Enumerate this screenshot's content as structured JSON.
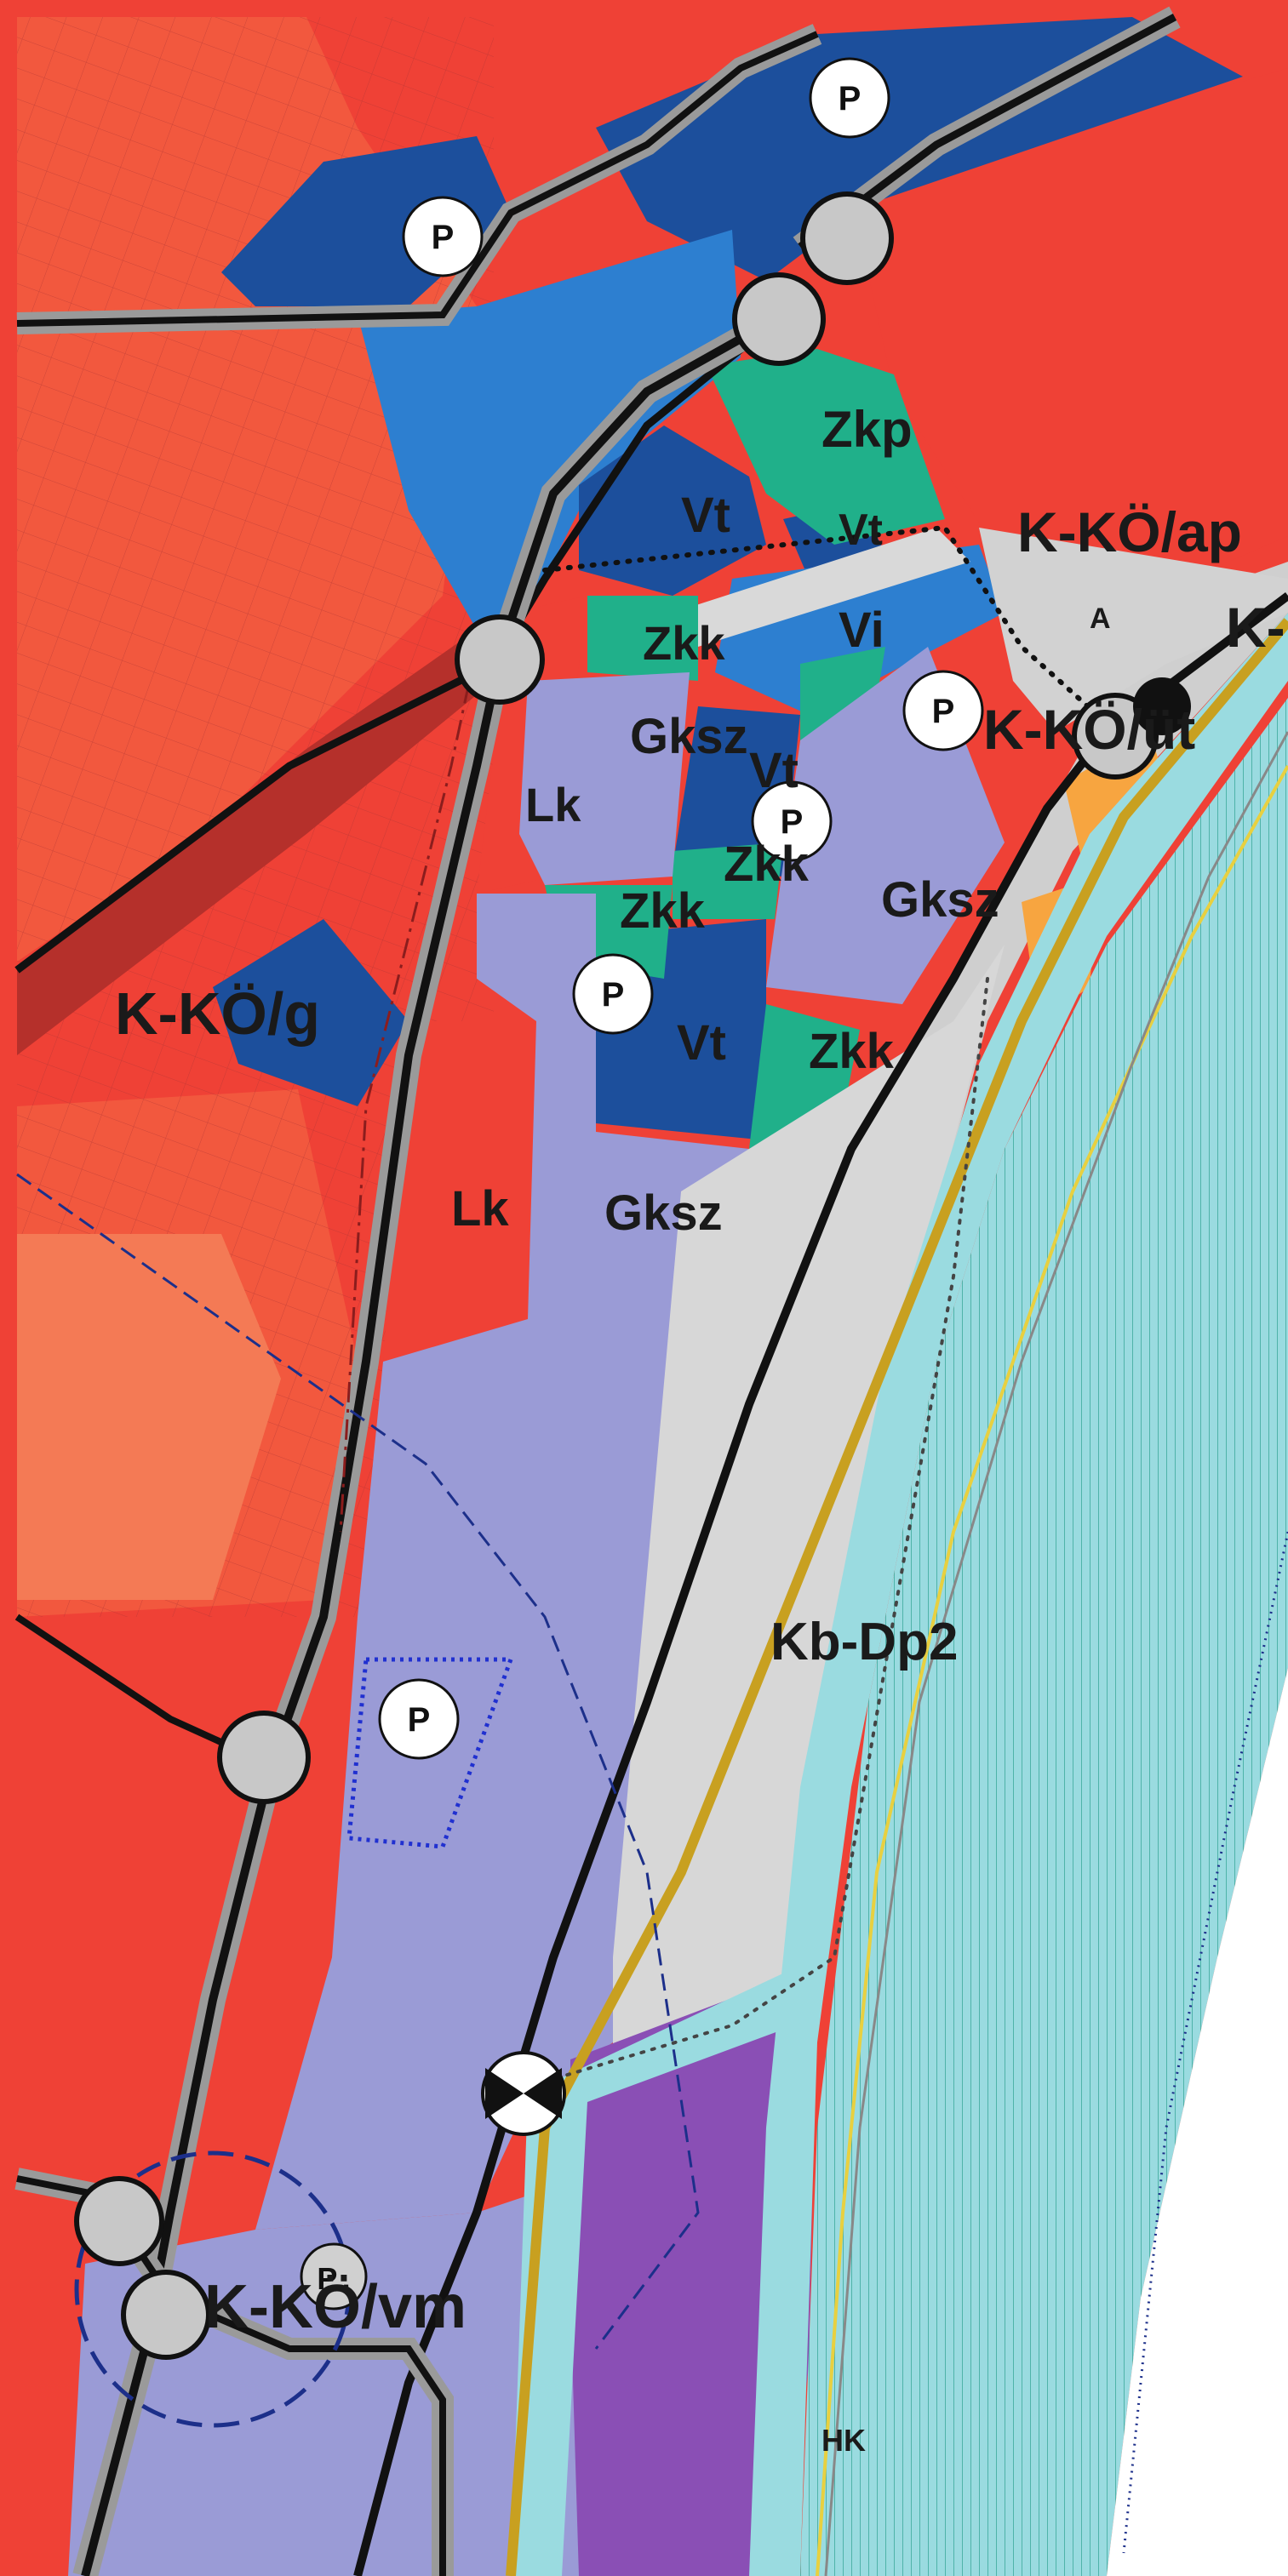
{
  "map": {
    "colors": {
      "residential_red": "#ef4136",
      "residential_orange": "#f2583e",
      "commercial_blue_dark": "#1c4f9c",
      "commercial_blue_light": "#2d7fd0",
      "green_space": "#20b08a",
      "business_purple": "#9a9bd6",
      "special_violet": "#8a4fb5",
      "water_cyan": "#9adbe0",
      "road_grey": "#cfcfcf",
      "amber": "#f7a540"
    },
    "zone_labels": [
      "Zkp",
      "Vt",
      "Vt",
      "Vi",
      "Zkk",
      "Gksz",
      "Vt",
      "Lk",
      "Zkk",
      "Zkk",
      "Gksz",
      "Vt",
      "Zkk",
      "Lk",
      "Gksz",
      "Kb-Dp2"
    ],
    "district_labels": [
      "K-KÖ/ap",
      "K-KÖ/üt",
      "K-KÖ/g",
      "K-KÖ/vm",
      "K-"
    ],
    "small_labels": [
      "A",
      "HK"
    ],
    "parking_label": "P",
    "parking_small_label": "P.."
  }
}
